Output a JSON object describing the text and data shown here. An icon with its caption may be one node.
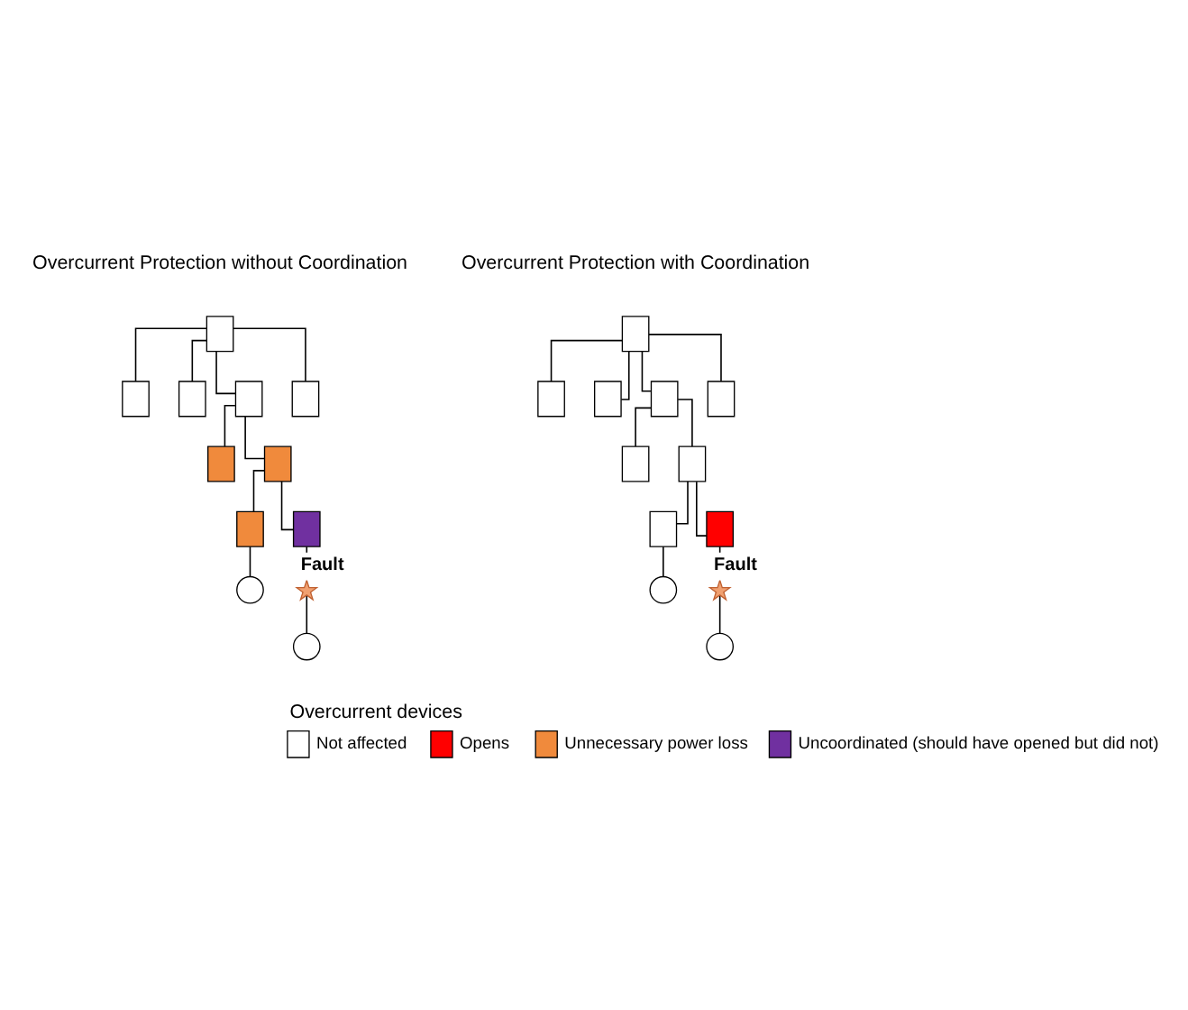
{
  "diagram": {
    "nodes": [
      {
        "text": [],
        "shape": "box"
      },
      {
        "text": [],
        "shape": "box"
      },
      {
        "text": [],
        "shape": "box"
      },
      {
        "text": [],
        "shape": "box"
      },
      {
        "text": [],
        "shape": "box"
      },
      {
        "text": [],
        "shape": "box"
      },
      {
        "text": [],
        "shape": "box"
      },
      {
        "text": [],
        "shape": "box"
      },
      {
        "text": [],
        "shape": "box"
      },
      {
        "text": [],
        "shape": "circle"
      },
      {
        "text": [
          "Fault"
        ]
      },
      {
        "text": [],
        "shape": "circle"
      },
      {
        "text": [],
        "shape": "box"
      },
      {
        "text": [],
        "shape": "box"
      },
      {
        "text": [],
        "shape": "box"
      },
      {
        "text": [],
        "shape": "box"
      },
      {
        "text": [],
        "shape": "box"
      },
      {
        "text": [],
        "shape": "box"
      },
      {
        "text": [],
        "shape": "box"
      },
      {
        "text": [],
        "shape": "box"
      },
      {
        "text": [],
        "shape": "box"
      },
      {
        "text": [],
        "shape": "circle"
      },
      {
        "text": [
          "Fault"
        ]
      },
      {
        "text": [],
        "shape": "circle"
      }
    ],
    "edges": [
      {
        "from": 0,
        "to": 1,
        "arrow": "none"
      },
      {
        "from": 0,
        "to": 2,
        "arrow": "none"
      },
      {
        "from": 0,
        "to": 3,
        "arrow": "none"
      },
      {
        "from": 0,
        "to": 4,
        "arrow": "none"
      },
      {
        "from": 3,
        "to": 5,
        "arrow": "none"
      },
      {
        "from": 3,
        "to": 6,
        "arrow": "none"
      },
      {
        "from": 6,
        "to": 7,
        "arrow": "none"
      },
      {
        "from": 6,
        "to": 8,
        "arrow": "none"
      },
      {
        "from": 7,
        "to": 9,
        "arrow": "none"
      },
      {
        "from": 8,
        "to": 10,
        "arrow": "none"
      },
      {
        "from": 10,
        "to": 11,
        "arrow": "none"
      },
      {
        "from": 12,
        "to": 13,
        "arrow": "none"
      },
      {
        "from": 12,
        "to": 14,
        "arrow": "none"
      },
      {
        "from": 12,
        "to": 15,
        "arrow": "none"
      },
      {
        "from": 12,
        "to": 16,
        "arrow": "none"
      },
      {
        "from": 15,
        "to": 17,
        "arrow": "none"
      },
      {
        "from": 15,
        "to": 18,
        "arrow": "none"
      },
      {
        "from": 18,
        "to": 19,
        "arrow": "none"
      },
      {
        "from": 18,
        "to": 20,
        "arrow": "none"
      },
      {
        "from": 19,
        "to": 21,
        "arrow": "none"
      },
      {
        "from": 20,
        "to": 22,
        "arrow": "none"
      },
      {
        "from": 22,
        "to": 23,
        "arrow": "none"
      }
    ],
    "labels": [
      "Overcurrent Protection without Coordination",
      "Overcurrent Protection with Coordination",
      "Overcurrent devices"
    ],
    "legend": [
      {
        "text": "Not affected",
        "color": "#ffffff"
      },
      {
        "text": "Opens",
        "color": "#ff0000"
      },
      {
        "text": "Unnecessary power loss",
        "color": "#f08a3c"
      },
      {
        "text": "Uncoordinated (should have opened but did not)",
        "color": "#7030a0"
      }
    ]
  }
}
